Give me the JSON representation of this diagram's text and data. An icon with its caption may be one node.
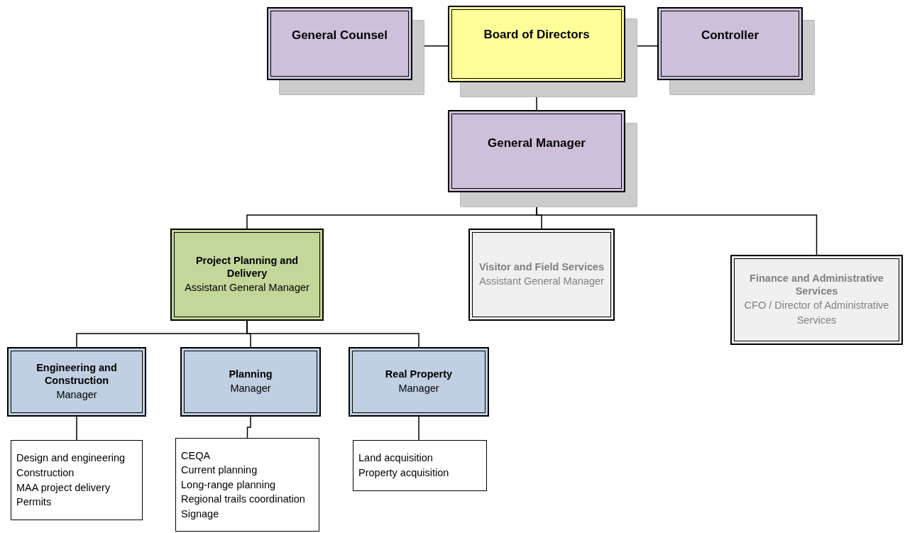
{
  "diagram": {
    "nodes": [
      {
        "text": [
          "General Counsel"
        ]
      },
      {
        "text": [
          "Board of Directors"
        ]
      },
      {
        "text": [
          "Controller"
        ]
      },
      {
        "text": [
          "General Manager"
        ]
      },
      {
        "text": [
          "Project Planning and Delivery",
          "Assistant General Manager"
        ]
      },
      {
        "text": [
          "Visitor and Field Services",
          "Assistant General Manager"
        ]
      },
      {
        "text": [
          "Finance and Administrative Services",
          "CFO / Director of Administrative Services"
        ]
      },
      {
        "text": [
          "Engineering and Construction",
          "Manager"
        ]
      },
      {
        "text": [
          "Planning",
          "Manager"
        ]
      },
      {
        "text": [
          "Real Property",
          "Manager"
        ]
      },
      {
        "text": [
          "Design and engineering",
          "Construction",
          "MAA project delivery",
          "Permits"
        ]
      },
      {
        "text": [
          "CEQA",
          "Current planning",
          "Long-range planning",
          "Regional trails coordination",
          "Signage"
        ]
      },
      {
        "text": [
          "Land acquisition",
          "Property acquisition"
        ]
      }
    ],
    "edges": [
      {
        "from": 1,
        "to": 0,
        "arrow": "none"
      },
      {
        "from": 1,
        "to": 2,
        "arrow": "none"
      },
      {
        "from": 1,
        "to": 3,
        "arrow": "none"
      },
      {
        "from": 3,
        "to": 4,
        "arrow": "none"
      },
      {
        "from": 3,
        "to": 5,
        "arrow": "none"
      },
      {
        "from": 3,
        "to": 6,
        "arrow": "none"
      },
      {
        "from": 4,
        "to": 7,
        "arrow": "none"
      },
      {
        "from": 4,
        "to": 8,
        "arrow": "none"
      },
      {
        "from": 4,
        "to": 9,
        "arrow": "none"
      },
      {
        "from": 7,
        "to": 10,
        "arrow": "none"
      },
      {
        "from": 8,
        "to": 11,
        "arrow": "none"
      },
      {
        "from": 9,
        "to": 12,
        "arrow": "none"
      }
    ]
  }
}
